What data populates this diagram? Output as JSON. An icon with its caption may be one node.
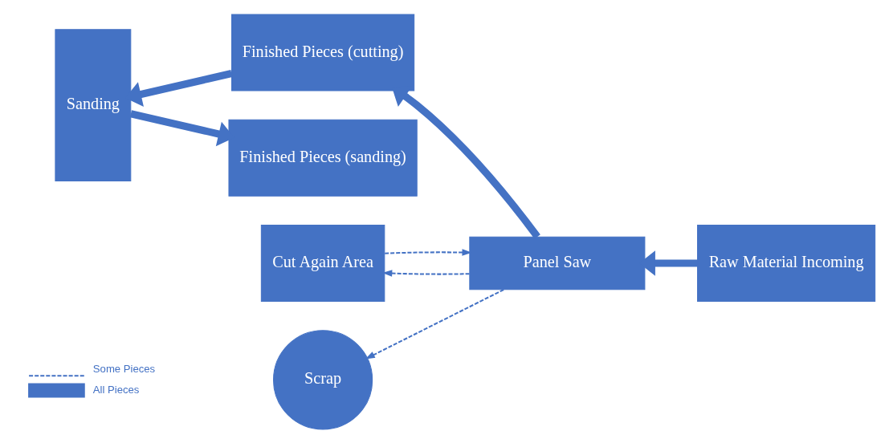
{
  "diagram": {
    "nodes": [
      {
        "text": [
          "Panel Saw"
        ]
      },
      {
        "text": [
          "Raw Material Incoming"
        ]
      },
      {
        "text": [
          "Finished Pieces (cutting)"
        ]
      },
      {
        "text": [
          "Cut Again Area"
        ]
      },
      {
        "text": [
          "Sanding"
        ]
      },
      {
        "text": [
          "Finished Pieces (sanding)"
        ]
      },
      {
        "text": [
          "Scrap"
        ]
      }
    ],
    "edges": [
      {
        "from": 1,
        "to": 0,
        "arrow": "to"
      },
      {
        "from": 0,
        "to": 2,
        "arrow": "to"
      },
      {
        "from": 0,
        "to": 6,
        "arrow": "to",
        "style": "dashed"
      },
      {
        "from": 0,
        "to": 3,
        "arrow": "to",
        "style": "dashed"
      },
      {
        "from": 3,
        "to": 0,
        "arrow": "to",
        "style": "dashed"
      },
      {
        "from": 2,
        "to": 4,
        "arrow": "to"
      },
      {
        "from": 4,
        "to": 5,
        "arrow": "to"
      }
    ],
    "legend": [
      {
        "text": "Some Pieces"
      },
      {
        "text": "All Pieces"
      }
    ]
  }
}
